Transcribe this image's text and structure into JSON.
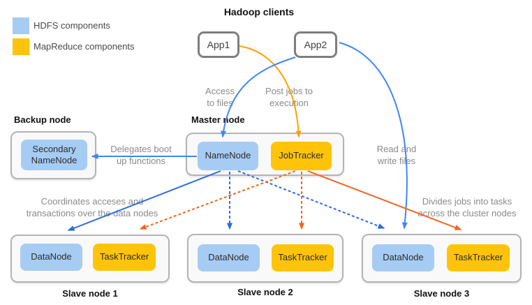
{
  "colors": {
    "hdfs": "#a6ccf4",
    "mapreduce": "#ffc40a",
    "blue_arrow": "#4285f4",
    "blue_dashed": "#2e6be0",
    "orange_arrow": "#f4641e",
    "amber_arrow": "#ffa000"
  },
  "legend": {
    "items": [
      {
        "name": "hdfs",
        "label": "HDFS components"
      },
      {
        "name": "mapreduce",
        "label": "MapReduce components"
      }
    ]
  },
  "clients": {
    "title": "Hadoop clients",
    "apps": [
      {
        "label": "App1"
      },
      {
        "label": "App2"
      }
    ]
  },
  "backup": {
    "title": "Backup node",
    "node": "Secondary NameNode"
  },
  "master": {
    "title": "Master node",
    "hdfs_node": "NameNode",
    "mapreduce_node": "JobTracker"
  },
  "slaves": [
    {
      "title": "Slave node 1",
      "hdfs_node": "DataNode",
      "mapreduce_node": "TaskTracker"
    },
    {
      "title": "Slave node 2",
      "hdfs_node": "DataNode",
      "mapreduce_node": "TaskTracker"
    },
    {
      "title": "Slave node 3",
      "hdfs_node": "DataNode",
      "mapreduce_node": "TaskTracker"
    }
  ],
  "edge_labels": {
    "access": "Access\nto files",
    "post_jobs": "Post jobs to\nexecution",
    "read_write": "Read and\nwrite files",
    "delegates": "Delegates boot\nup functions",
    "coordinates": "Coordinates acceses and\ntransactions over the data nodes",
    "divides": "Divides jobs into tasks\nacross the cluster nodes"
  }
}
